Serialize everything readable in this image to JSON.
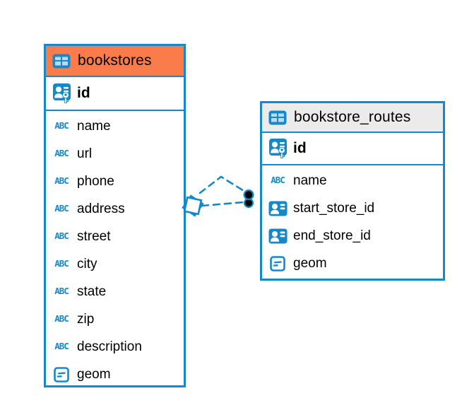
{
  "diagram": {
    "tables": [
      {
        "name": "bookstores",
        "header_color": "#f97c4a",
        "rows": [
          {
            "name": "id",
            "icon": "primary-key"
          },
          {
            "name": "name",
            "icon": "text"
          },
          {
            "name": "url",
            "icon": "text"
          },
          {
            "name": "phone",
            "icon": "text"
          },
          {
            "name": "address",
            "icon": "text"
          },
          {
            "name": "street",
            "icon": "text"
          },
          {
            "name": "city",
            "icon": "text"
          },
          {
            "name": "state",
            "icon": "text"
          },
          {
            "name": "zip",
            "icon": "text"
          },
          {
            "name": "description",
            "icon": "text"
          },
          {
            "name": "geom",
            "icon": "geometry"
          }
        ]
      },
      {
        "name": "bookstore_routes",
        "header_color": "#ebebeb",
        "rows": [
          {
            "name": "id",
            "icon": "primary-key"
          },
          {
            "name": "name",
            "icon": "text"
          },
          {
            "name": "start_store_id",
            "icon": "reference"
          },
          {
            "name": "end_store_id",
            "icon": "reference"
          },
          {
            "name": "geom",
            "icon": "geometry"
          }
        ]
      }
    ],
    "icons": {
      "text_type_label": "ABC"
    },
    "relationship": {
      "from": "bookstore_routes",
      "to": "bookstores",
      "line_style": "dashed"
    },
    "colors": {
      "accent_blue": "#1688c9",
      "header_orange": "#f97c4a",
      "header_gray": "#ebebeb",
      "connector_dot": "#000000"
    }
  }
}
